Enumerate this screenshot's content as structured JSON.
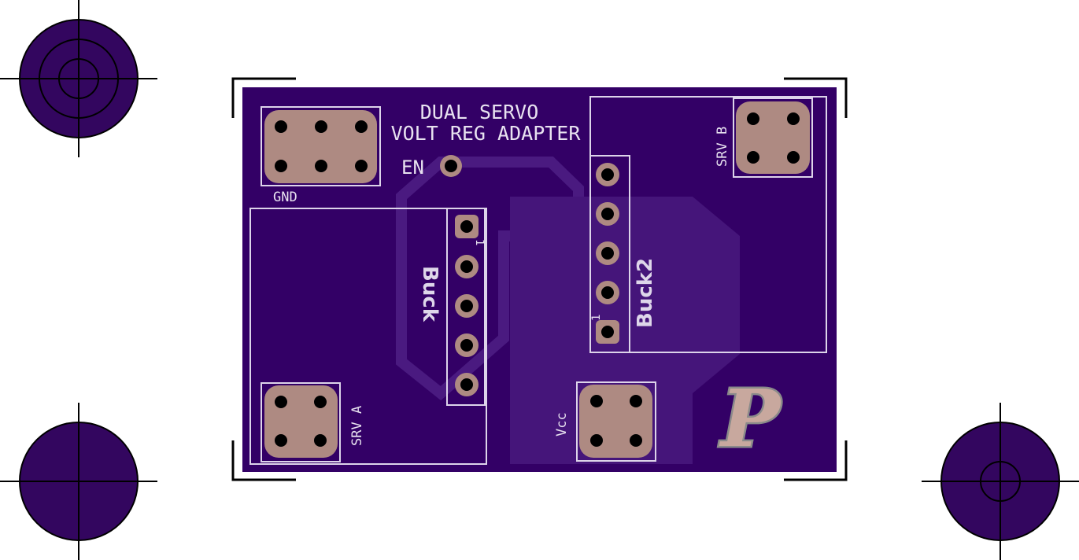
{
  "board": {
    "title_line1": "DUAL SERVO",
    "title_line2": "VOLT REG ADAPTER",
    "en_label": "EN",
    "gnd_label": "GND",
    "srv_b_label": "SRV B",
    "srv_a_label": "SRV A",
    "vcc_label": "Vcc",
    "buck_label": "Buck",
    "buck2_label": "Buck2",
    "pin1_marker": "1",
    "logo_letter": "P"
  },
  "colors": {
    "board": "#330066",
    "silkscreen": "#e8e2f0",
    "pad": "#ae8a82",
    "drill": "#000000",
    "fiducial_fill": "#33065f",
    "crop_marks": "#000000",
    "logo_fill": "#c8a89e",
    "logo_outline": "#8a8a8a"
  }
}
